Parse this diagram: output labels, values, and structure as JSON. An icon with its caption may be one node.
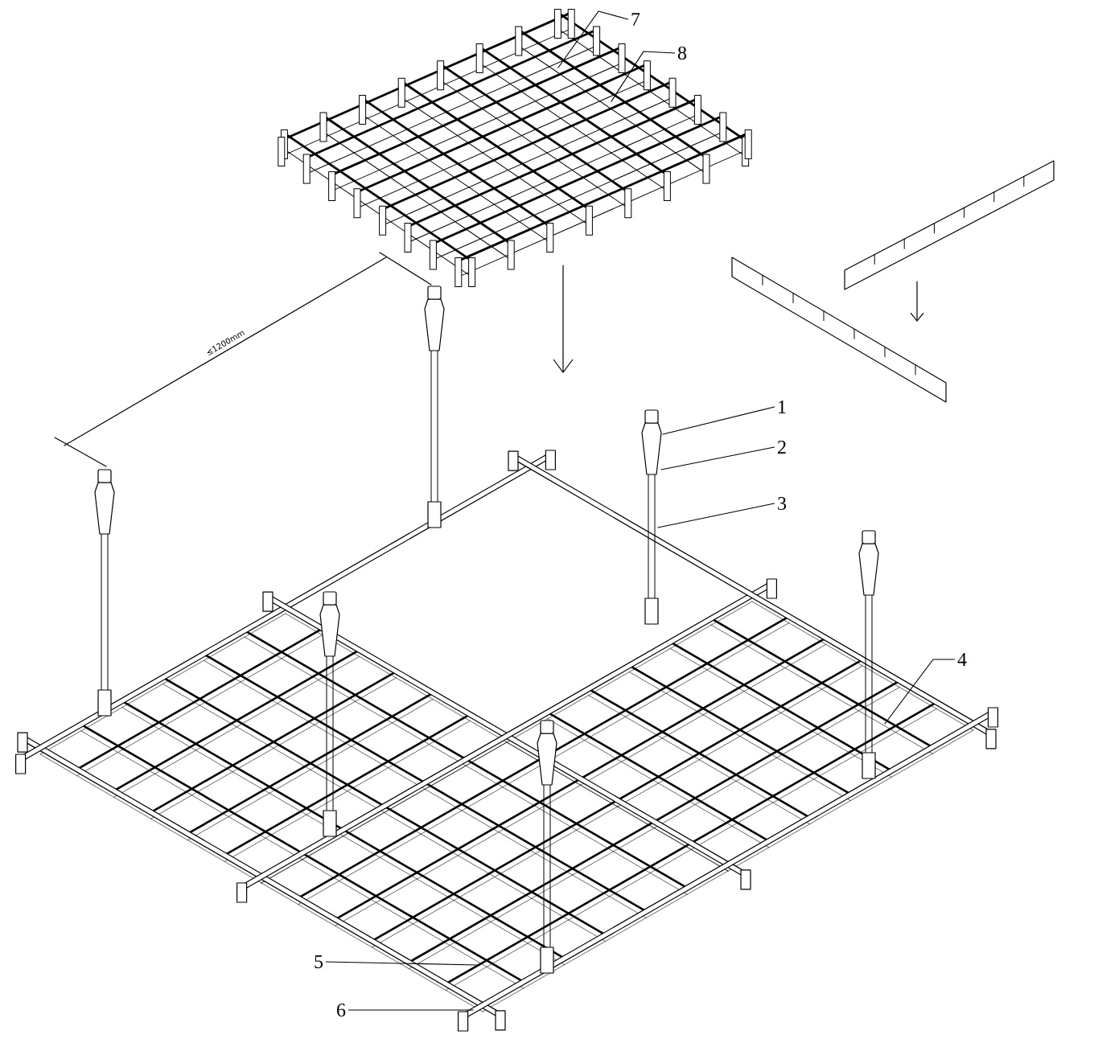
{
  "diagram": {
    "nodes": [
      {
        "text": [
          "7"
        ]
      },
      {
        "text": [
          "8"
        ]
      },
      {
        "text": [
          "1"
        ]
      },
      {
        "text": [
          "2"
        ]
      },
      {
        "text": [
          "3"
        ]
      },
      {
        "text": [
          "4"
        ]
      },
      {
        "text": [
          "5"
        ]
      },
      {
        "text": [
          "6"
        ]
      }
    ],
    "edges": [
      {
        "from": 0,
        "to": null,
        "arrow": "none"
      },
      {
        "from": 1,
        "to": null,
        "arrow": "none"
      },
      {
        "from": 2,
        "to": null,
        "arrow": "none"
      },
      {
        "from": 3,
        "to": null,
        "arrow": "none"
      },
      {
        "from": 4,
        "to": null,
        "arrow": "none"
      },
      {
        "from": 5,
        "to": null,
        "arrow": "none"
      },
      {
        "from": 6,
        "to": null,
        "arrow": "none"
      },
      {
        "from": 7,
        "to": null,
        "arrow": "none"
      }
    ],
    "labels": [
      "≤1200mm"
    ]
  }
}
